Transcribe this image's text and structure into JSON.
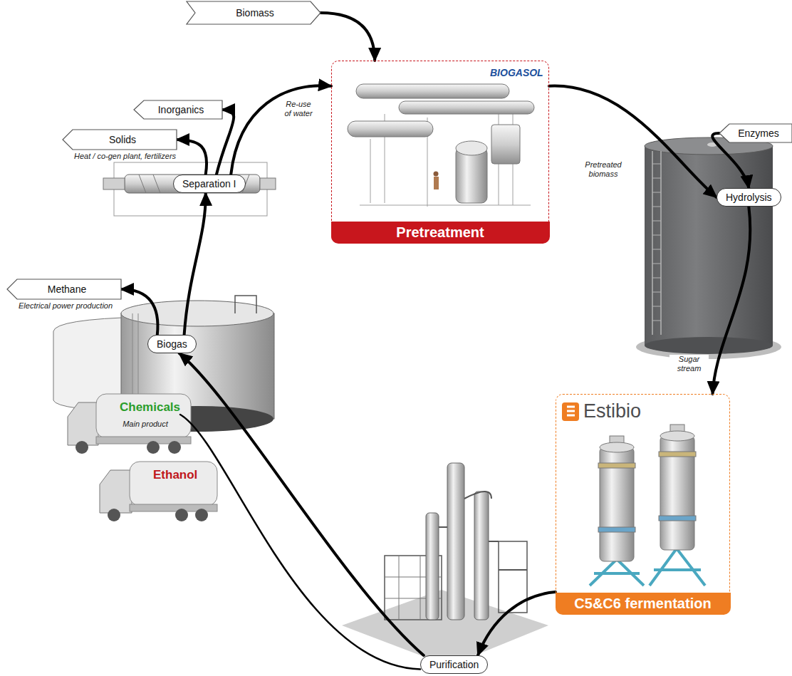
{
  "diagram": {
    "nodes": [
      {
        "text": [
          "Biomass"
        ]
      },
      {
        "text": [
          "Pretreatment"
        ]
      },
      {
        "text": [
          "Enzymes"
        ]
      },
      {
        "text": [
          "Hydrolysis"
        ]
      },
      {
        "text": [
          "Estibio",
          "C5&C6 fermentation"
        ]
      },
      {
        "text": [
          "Purification"
        ]
      },
      {
        "text": [
          "Chemicals"
        ]
      },
      {
        "text": [
          "Ethanol"
        ]
      },
      {
        "text": [
          "Biogas"
        ]
      },
      {
        "text": [
          "Methane",
          "Electrical power production"
        ]
      },
      {
        "text": [
          "Separation I"
        ]
      },
      {
        "text": [
          "Solids",
          "Heat / co-gen plant, fertilizers"
        ]
      },
      {
        "text": [
          "Inorganics"
        ]
      }
    ],
    "edges": [
      {
        "from": 0,
        "to": 1,
        "arrow": "to"
      },
      {
        "from": 1,
        "to": 3,
        "label": "Pretreated biomass",
        "arrow": "to"
      },
      {
        "from": 2,
        "to": 3,
        "arrow": "to"
      },
      {
        "from": 3,
        "to": 4,
        "label": "Sugar stream",
        "arrow": "to"
      },
      {
        "from": 4,
        "to": 5,
        "arrow": "to"
      },
      {
        "from": 5,
        "to": 6,
        "label": "Main product",
        "arrow": "none"
      },
      {
        "from": 5,
        "to": 8,
        "arrow": "to"
      },
      {
        "from": 8,
        "to": 9,
        "arrow": "to"
      },
      {
        "from": 8,
        "to": 10,
        "arrow": "to"
      },
      {
        "from": 10,
        "to": 11,
        "arrow": "to"
      },
      {
        "from": 10,
        "to": 12,
        "arrow": "to"
      },
      {
        "from": 10,
        "to": 1,
        "label": "Re-use of water",
        "arrow": "to"
      }
    ],
    "labels": [
      "BIOGASOL"
    ]
  }
}
